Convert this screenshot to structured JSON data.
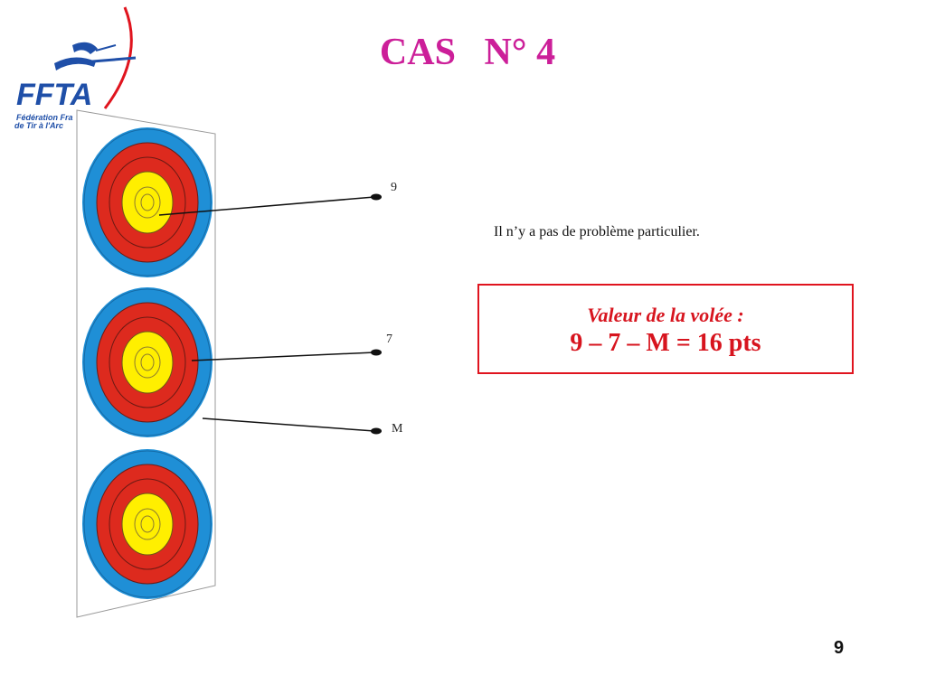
{
  "slide": {
    "title": "CAS   N° 4",
    "note": "Il n’y a pas de problème particulier.",
    "page_number": "9"
  },
  "logo": {
    "mark": "FFTA",
    "line1": "Fédération Fra",
    "line2": "de Tir à l'Arc",
    "icon": "archer-bow-logo"
  },
  "arrows": [
    {
      "score": "9",
      "zone": "yellow"
    },
    {
      "score": "7",
      "zone": "red"
    },
    {
      "score": "M",
      "zone": "miss"
    }
  ],
  "volley": {
    "heading": "Valeur de la volée :",
    "value": "9 – 7 – M = 16 pts"
  },
  "colors": {
    "title": "#cc1f99",
    "target_blue": "#1f8fd6",
    "target_red": "#dd2a1e",
    "target_yellow": "#ffef00",
    "volley_red": "#d7141e",
    "logo_blue": "#1f4fa8"
  }
}
